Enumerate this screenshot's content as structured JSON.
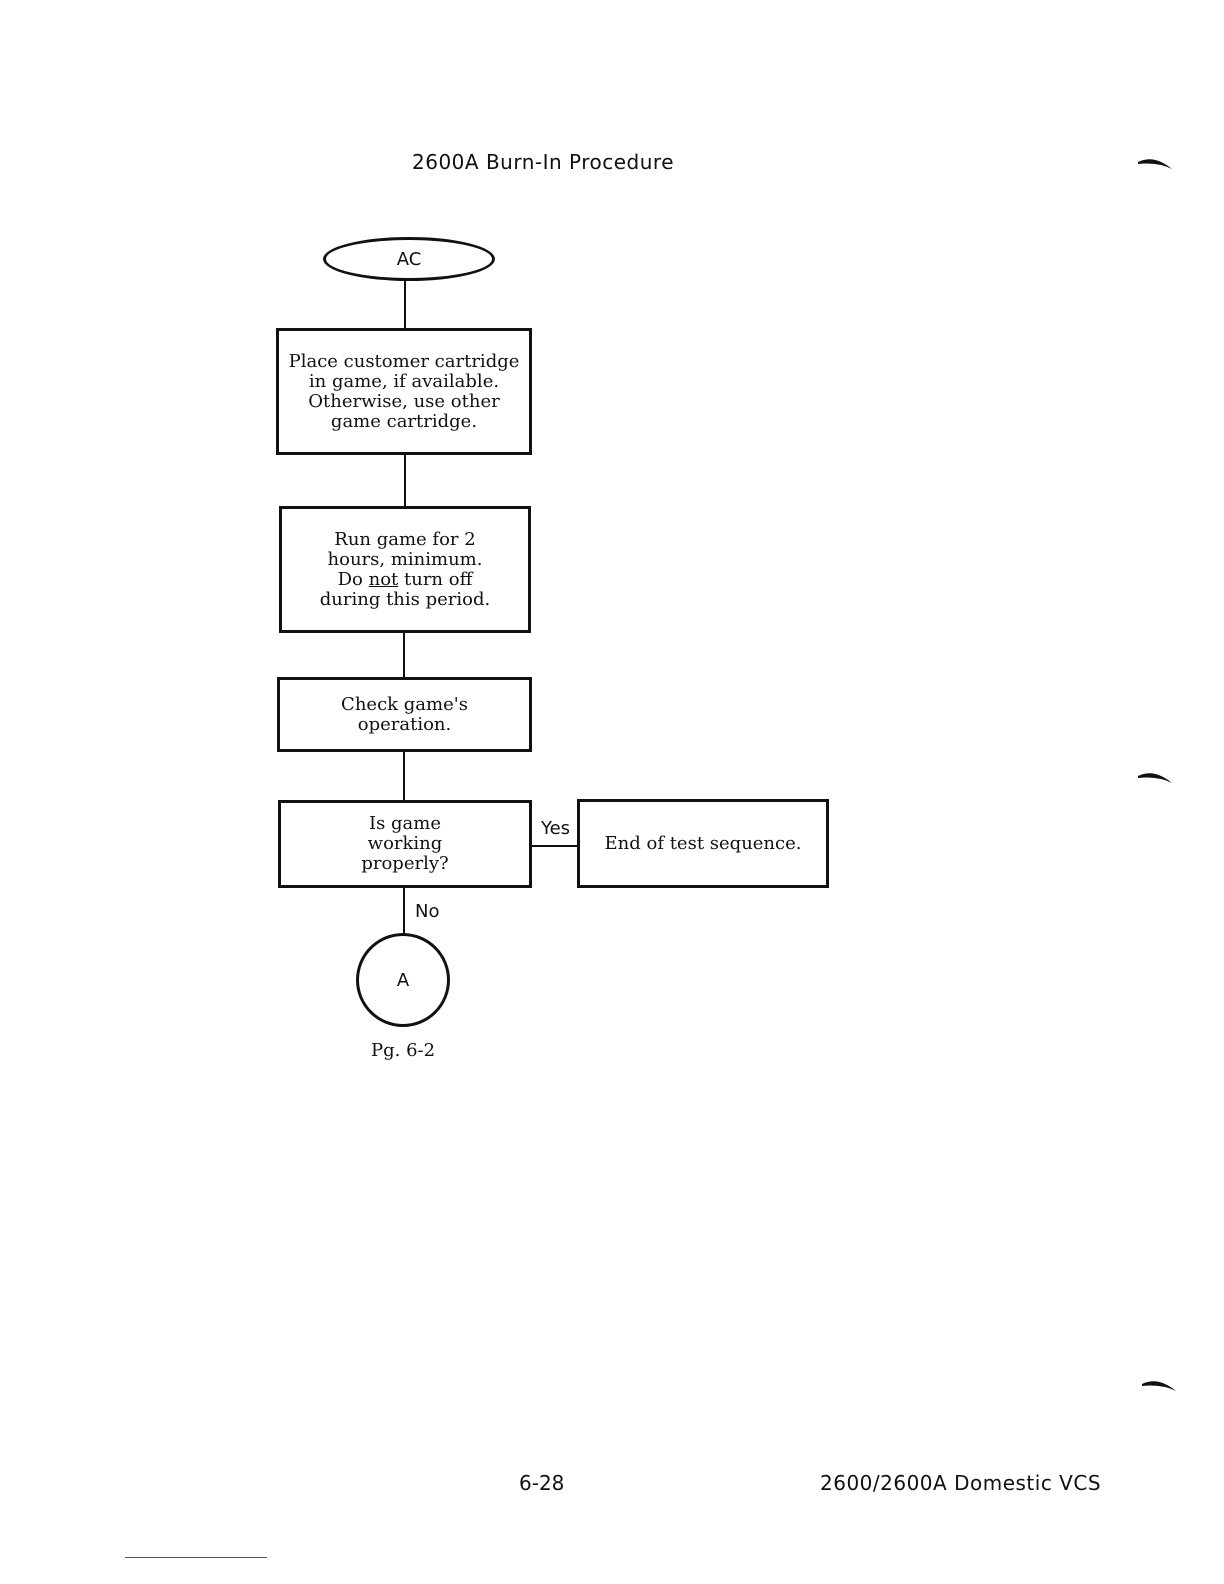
{
  "page": {
    "title": "2600A Burn-In Procedure",
    "footer_page": "6-28",
    "footer_doc": "2600/2600A Domestic VCS"
  },
  "flowchart": {
    "start": "AC",
    "steps": [
      "Place customer cartridge\nin game, if available.\nOtherwise, use other\ngame cartridge.",
      "Run game for 2\nhours, minimum.",
      "Check game's\noperation."
    ],
    "step2_line3_pre": "Do ",
    "step2_line3_emph": "not",
    "step2_line3_post": " turn off",
    "step2_line4": "during this period.",
    "decision": "Is game\nworking\nproperly?",
    "yes_label": "Yes",
    "no_label": "No",
    "end": "End of test sequence.",
    "connector": "A",
    "connector_ref": "Pg. 6-2"
  }
}
